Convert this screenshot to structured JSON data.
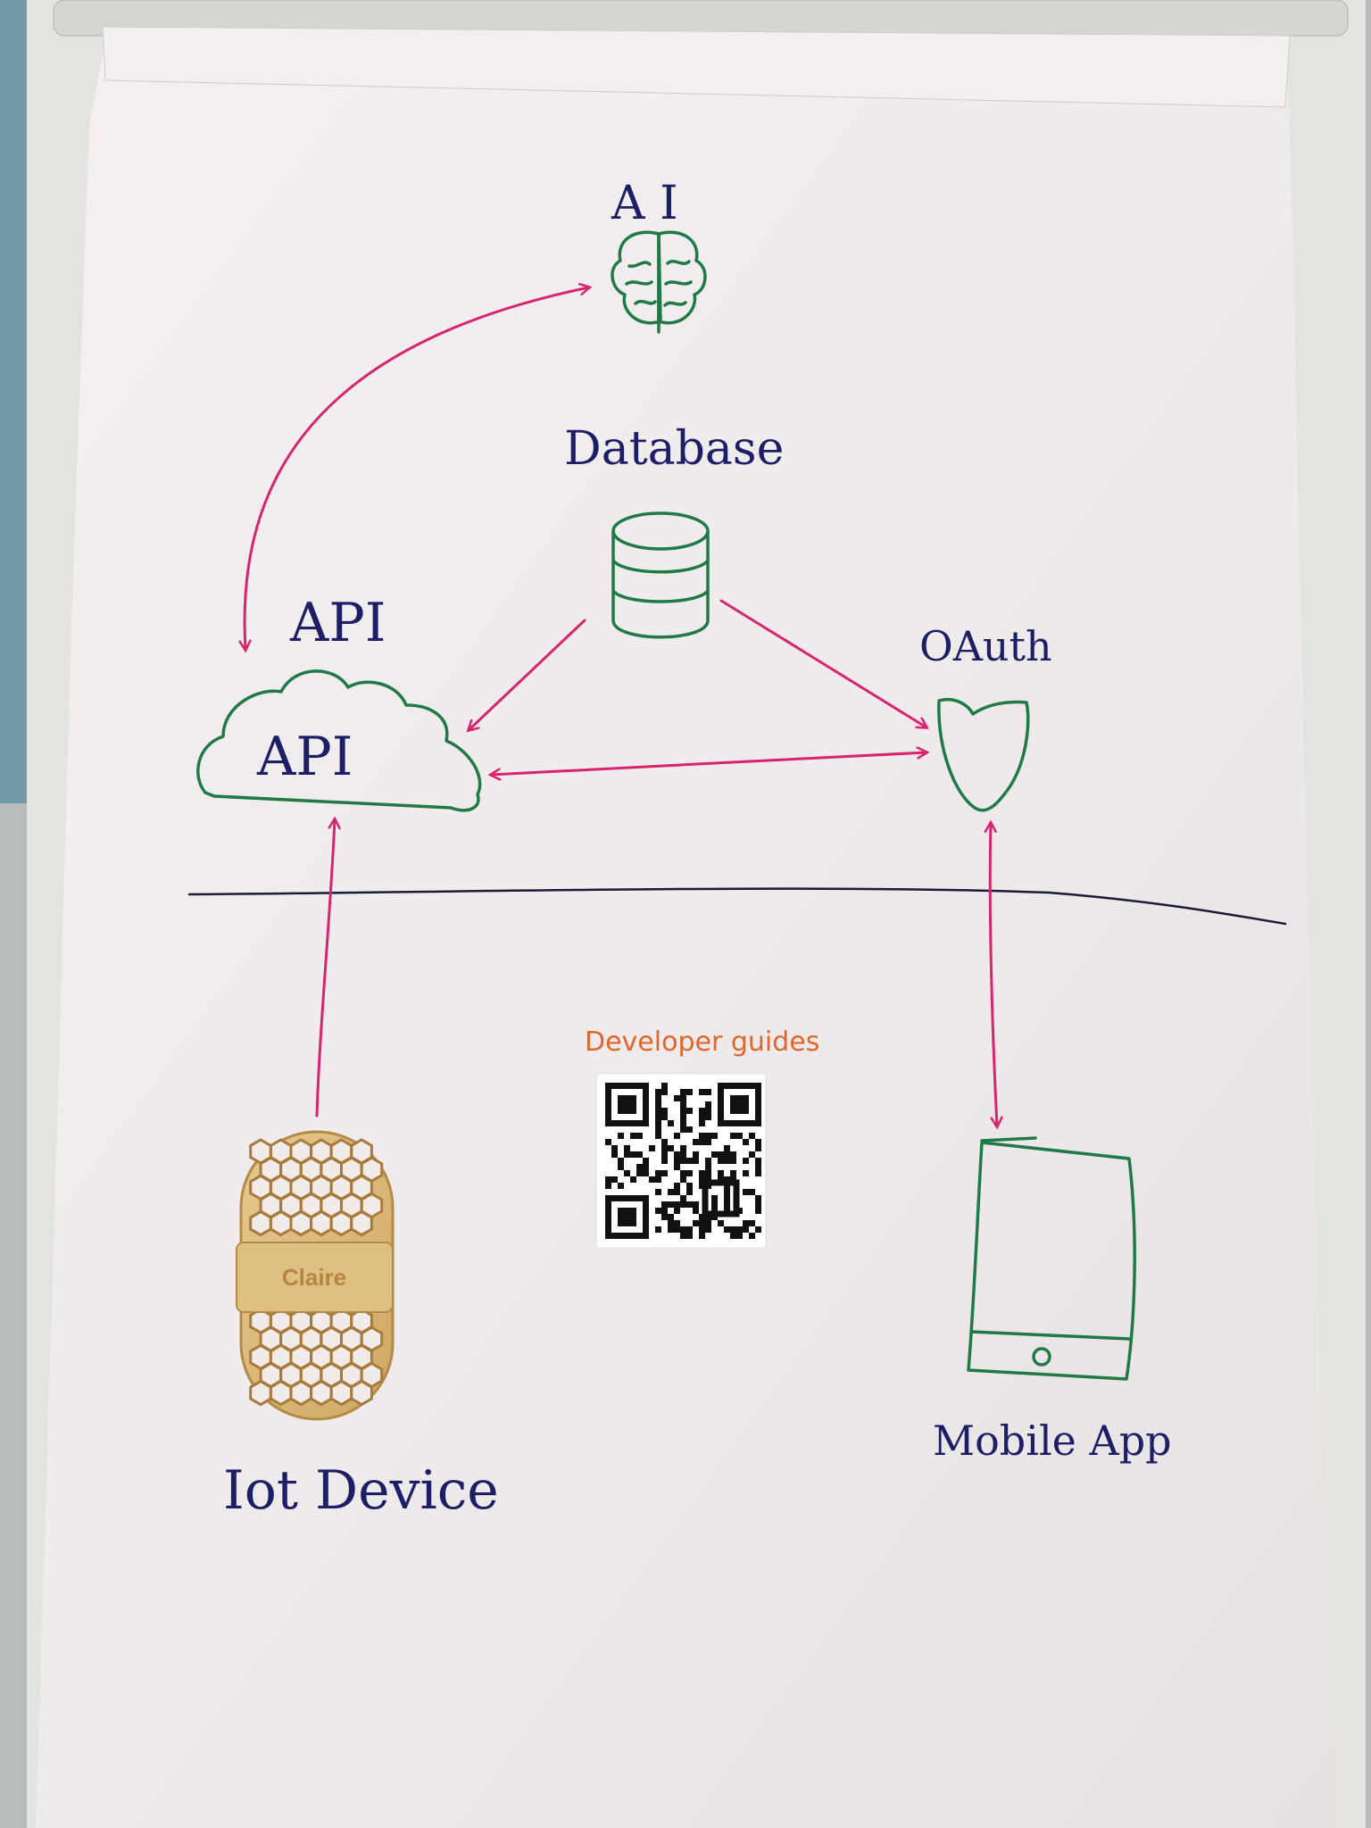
{
  "nodes": {
    "ai": {
      "label": "A I",
      "icon": "brain-icon"
    },
    "database": {
      "label": "Database",
      "icon": "database-icon"
    },
    "api": {
      "label": "API",
      "inner_label": "API",
      "icon": "cloud-icon"
    },
    "oauth": {
      "label": "OAuth",
      "icon": "shield-icon"
    },
    "iot_device": {
      "label": "Iot Device",
      "device_engraving": "Claire",
      "icon": "wooden-device-icon"
    },
    "mobile_app": {
      "label": "Mobile App",
      "icon": "mobile-phone-icon"
    }
  },
  "qr": {
    "caption": "Developer guides",
    "icon": "qr-code-icon"
  },
  "edges": [
    {
      "from": "api",
      "to": "ai",
      "direction": "both"
    },
    {
      "from": "database",
      "to": "api",
      "direction": "one-way"
    },
    {
      "from": "database",
      "to": "oauth",
      "direction": "one-way"
    },
    {
      "from": "api",
      "to": "oauth",
      "direction": "both"
    },
    {
      "from": "iot_device",
      "to": "api",
      "direction": "one-way"
    },
    {
      "from": "oauth",
      "to": "mobile_app",
      "direction": "both"
    }
  ],
  "colors": {
    "labels": "#1d1f66",
    "icons": "#1f7a45",
    "arrows": "#d8246f",
    "caption": "#e0662a",
    "divider": "#1a1a3a",
    "paper": "#f3eef0"
  }
}
